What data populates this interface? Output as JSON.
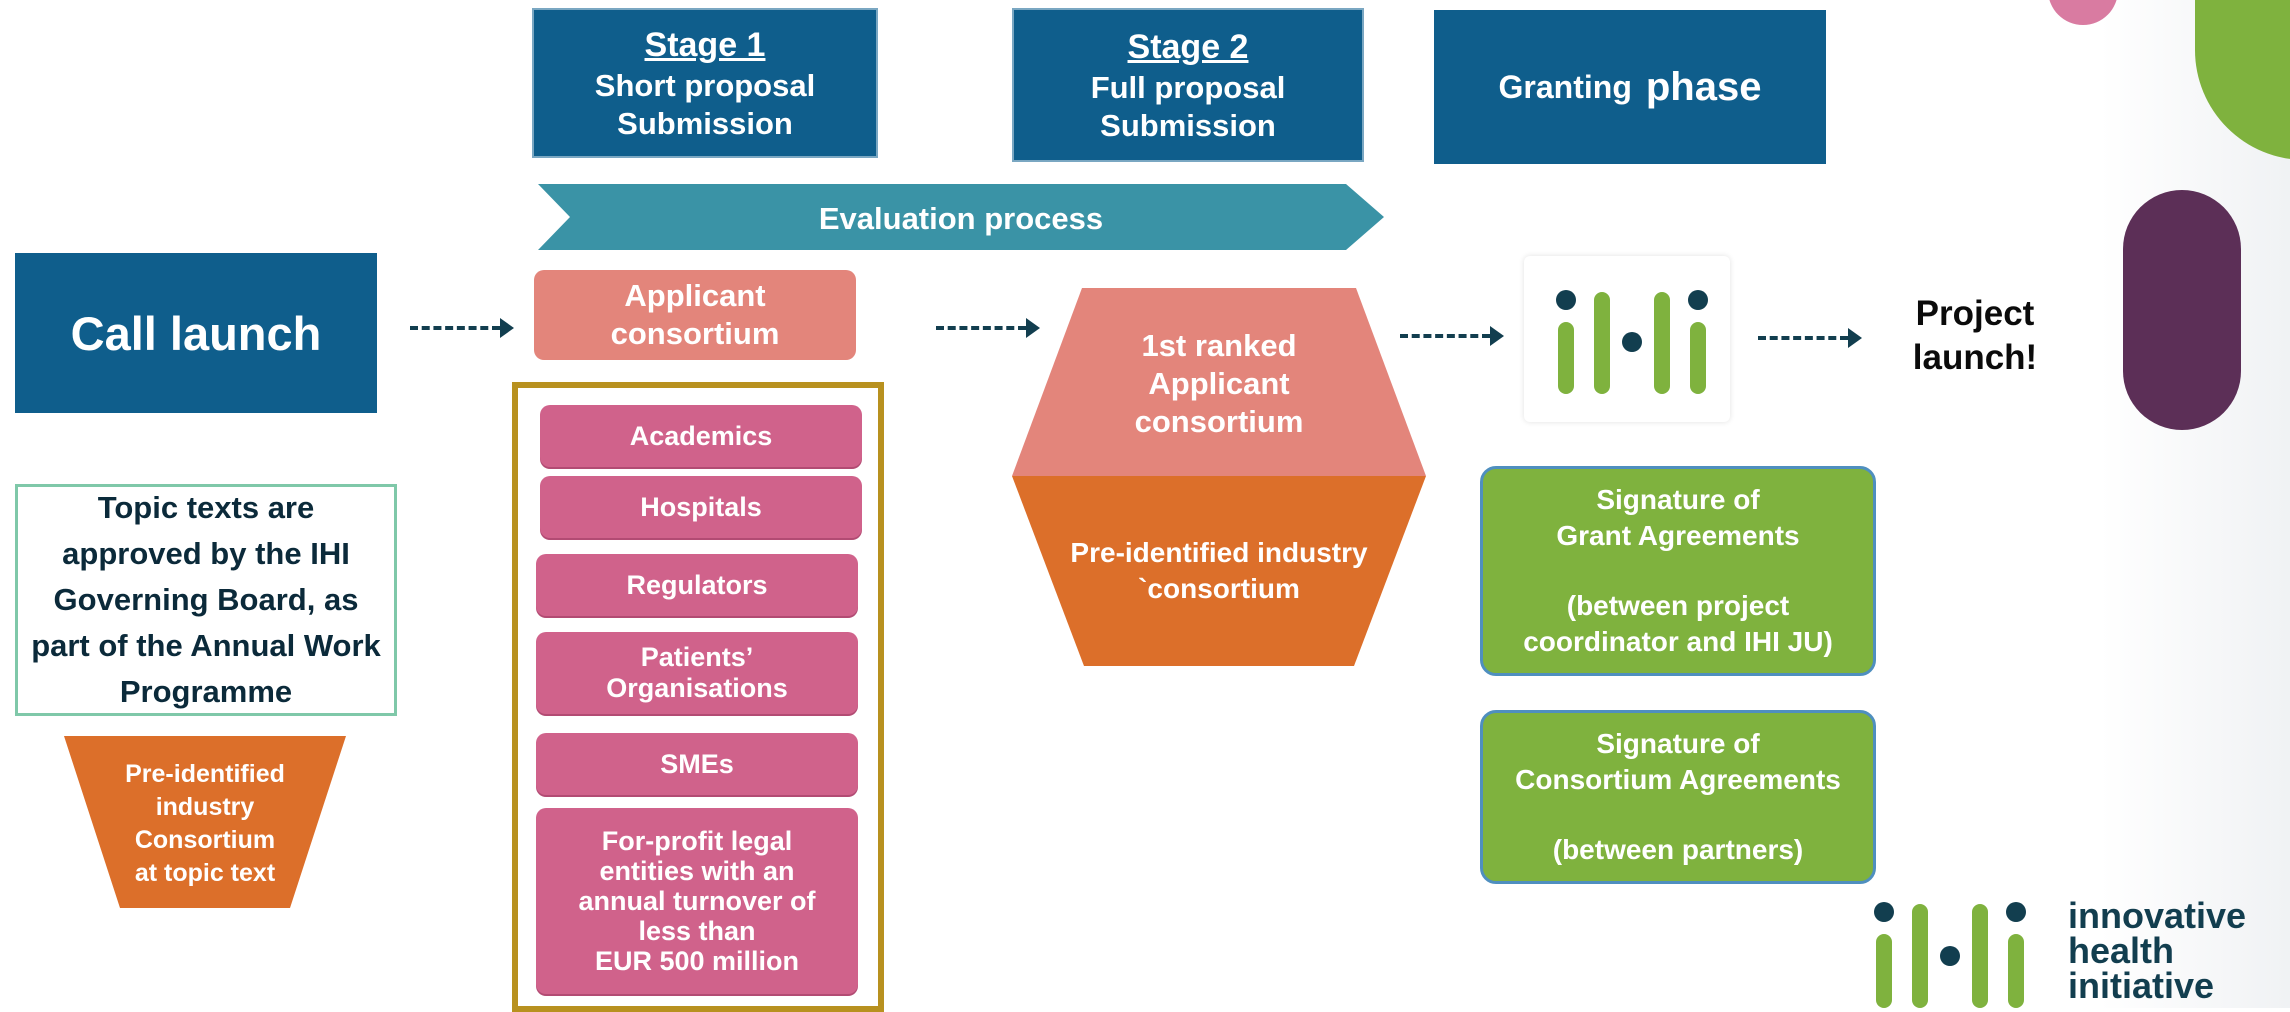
{
  "stage1": {
    "title": "Stage 1",
    "line1": "Short proposal",
    "line2": "Submission"
  },
  "stage2": {
    "title": "Stage 2",
    "line1": "Full proposal",
    "line2": "Submission"
  },
  "granting": {
    "word1": "Granting",
    "word2": "phase"
  },
  "evaluation": "Evaluation process",
  "call_launch": "Call launch",
  "topic_text": [
    "Topic texts are",
    "approved by the IHI",
    "Governing Board, as",
    "part of the Annual Work",
    "Programme"
  ],
  "preidentified_topic": [
    "Pre-identified",
    "industry",
    "Consortium",
    "at topic text"
  ],
  "applicant": [
    "Applicant",
    "consortium"
  ],
  "members": {
    "academics": "Academics",
    "hospitals": "Hospitals",
    "regulators": "Regulators",
    "patients": [
      "Patients’",
      "Organisations"
    ],
    "smes": "SMEs",
    "forprofit": [
      "For-profit legal",
      "entities with an",
      "annual turnover of",
      "less than",
      "EUR 500 million"
    ]
  },
  "ranked": [
    "1st ranked",
    "Applicant",
    "consortium"
  ],
  "preidentified_industry": [
    "Pre-identified industry",
    "`consortium"
  ],
  "grant_sig": [
    "Signature of",
    "Grant Agreements",
    "",
    "(between project",
    "coordinator and IHI JU)"
  ],
  "consortium_sig": [
    "Signature of",
    "Consortium Agreements",
    "",
    "(between partners)"
  ],
  "project_launch": [
    "Project",
    "launch!"
  ],
  "brand": [
    "innovative",
    "health",
    "initiative"
  ],
  "colors": {
    "navy": "#0f5e8c",
    "teal": "#3a93a6",
    "salmon": "#e3857b",
    "pink": "#d0628b",
    "orange": "#dc6f2a",
    "green": "#7fb23e",
    "gold": "#b8911f",
    "plum": "#5c2f57"
  }
}
